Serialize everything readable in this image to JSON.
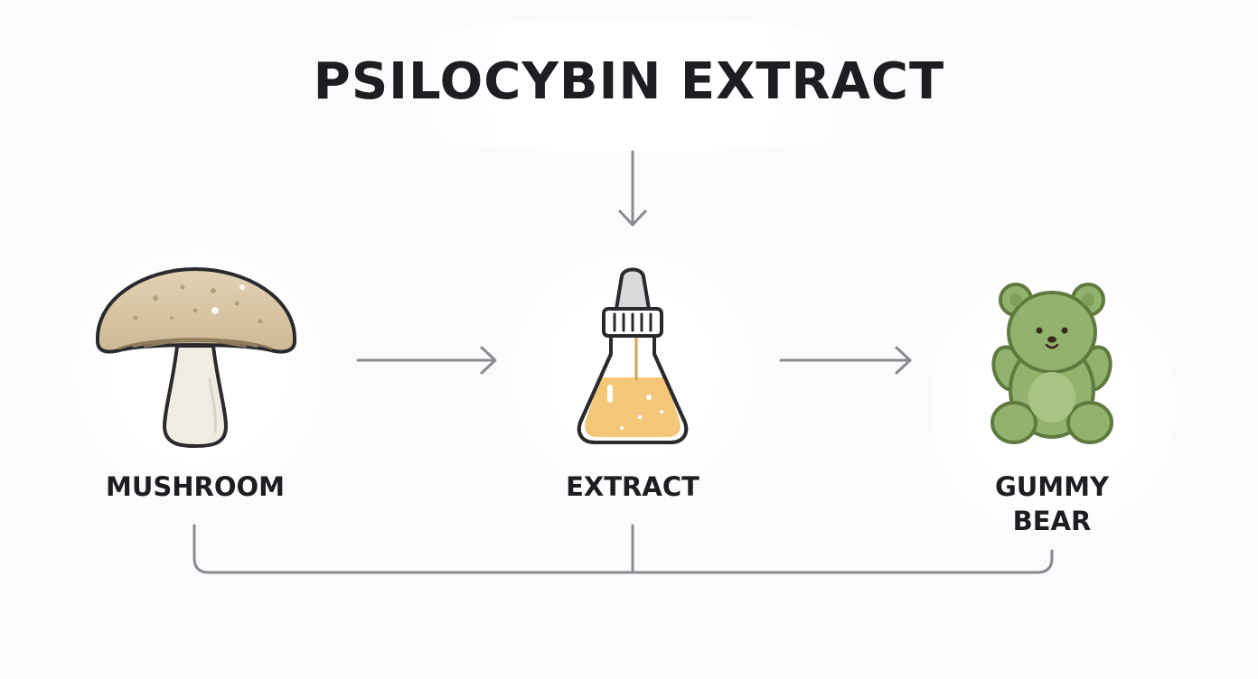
{
  "title": "PSILOCYBIN EXTRACT",
  "nodes": [
    {
      "id": "mushroom",
      "label": "MUSHROOM",
      "icon": "mushroom-icon"
    },
    {
      "id": "extract",
      "label": "EXTRACT",
      "icon": "dropper-bottle-icon"
    },
    {
      "id": "gummy-bear",
      "label_line1": "GUMMY",
      "label_line2": "BEAR",
      "icon": "gummy-bear-icon"
    }
  ],
  "colors": {
    "text": "#1d1d22",
    "connector": "#8a8a92",
    "mushroom_cap": "#d8c6a6",
    "mushroom_stem": "#f1ece2",
    "liquid": "#f3c678",
    "bear": "#93b26d",
    "outline": "#2a2a2e"
  }
}
